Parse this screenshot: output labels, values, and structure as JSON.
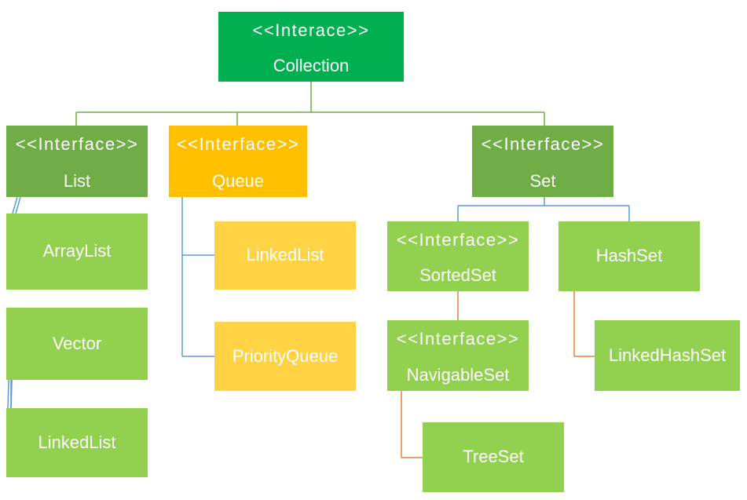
{
  "colors": {
    "root": "#00b050",
    "interface_green": "#70ad47",
    "class_green": "#92d050",
    "queue_gold": "#ffc000",
    "queue_class_gold": "#ffd343",
    "line_green": "#70ad47",
    "line_blue": "#5b9bd5",
    "line_orange": "#ed7d31"
  },
  "nodes": {
    "collection": {
      "stereotype": "<<Interace>>",
      "name": "Collection"
    },
    "list": {
      "stereotype": "<<Interface>>",
      "name": "List"
    },
    "queue": {
      "stereotype": "<<Interface>>",
      "name": "Queue"
    },
    "set": {
      "stereotype": "<<Interface>>",
      "name": "Set"
    },
    "arraylist": {
      "name": "ArrayList"
    },
    "vector": {
      "name": "Vector"
    },
    "linkedlist_list": {
      "name": "LinkedList"
    },
    "linkedlist_queue": {
      "name": "LinkedList"
    },
    "priorityqueue": {
      "name": "PriorityQueue"
    },
    "sortedset": {
      "stereotype": "<<Interface>>",
      "name": "SortedSet"
    },
    "navigableset": {
      "stereotype": "<<Interface>>",
      "name": "NavigableSet"
    },
    "hashset": {
      "name": "HashSet"
    },
    "linkedhashset": {
      "name": "LinkedHashSet"
    },
    "treeset": {
      "name": "TreeSet"
    }
  }
}
